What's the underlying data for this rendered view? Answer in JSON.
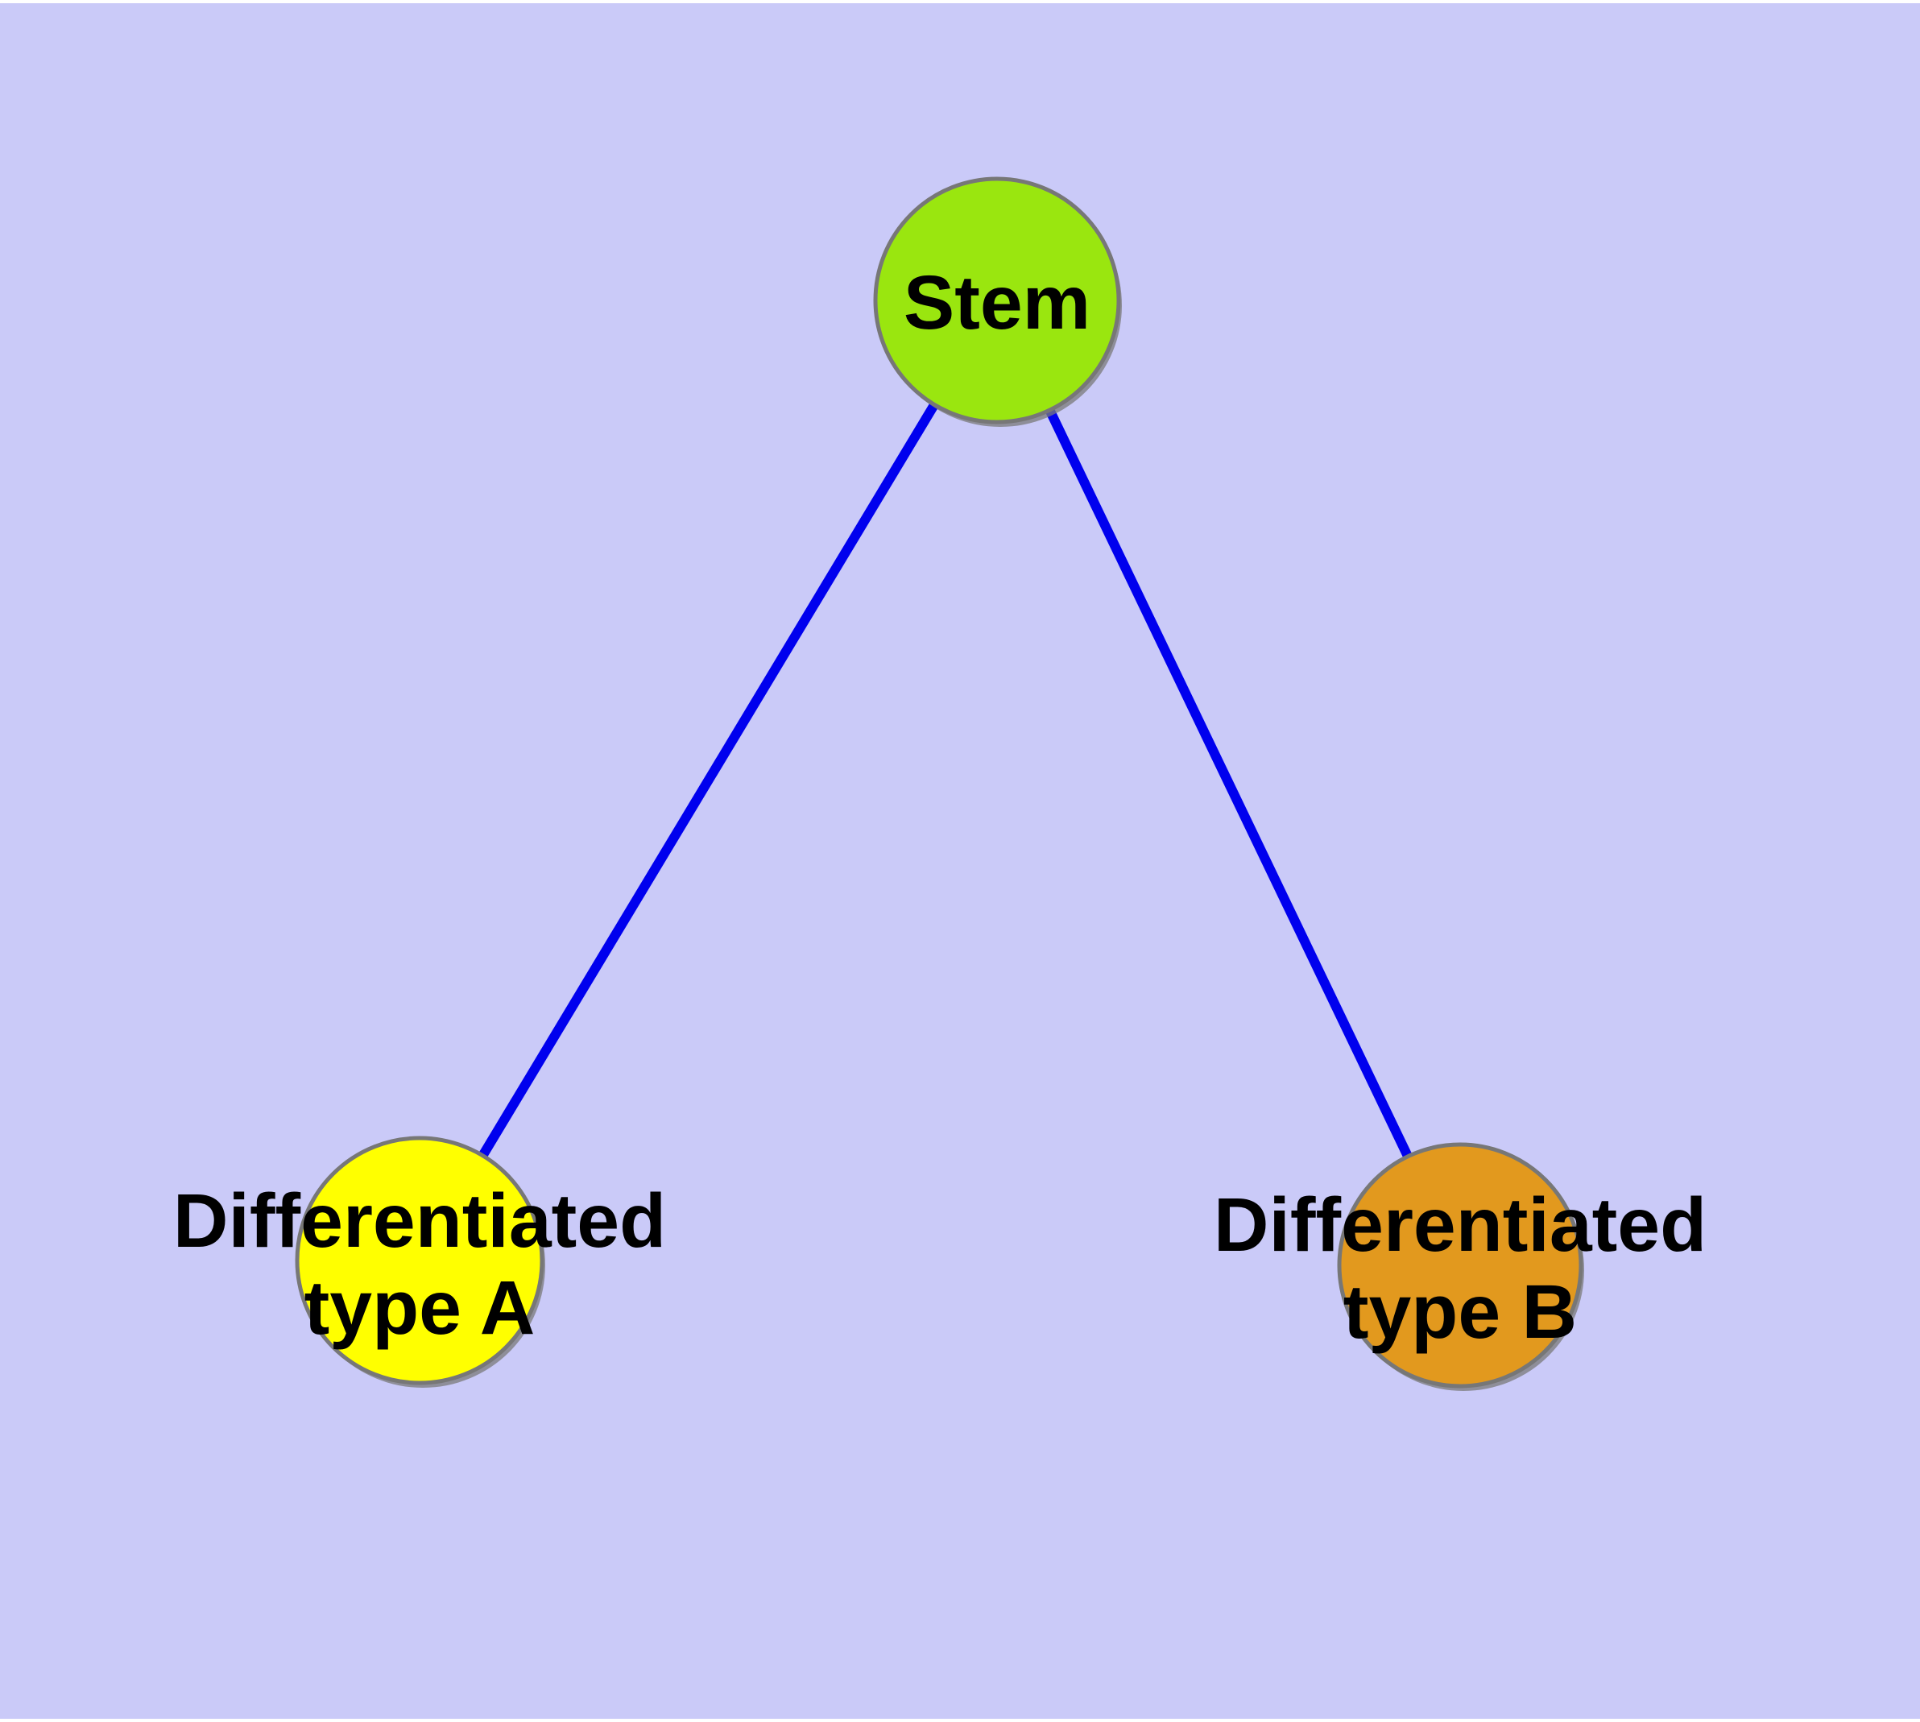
{
  "diagram": {
    "type": "graph",
    "background_color": "#CACAF8",
    "edge_color": "#0000EE",
    "node_border_color": "#777777",
    "node_shadow_color": "#7A7A7A",
    "label_color": "#000000",
    "nodes": [
      {
        "id": "stem",
        "label": "Stem",
        "fill_color": "#9AE60F"
      },
      {
        "id": "differentiated-type-a",
        "label": "Differentiated type A",
        "label_line1": "Differentiated",
        "label_line2": "type A",
        "fill_color": "#FFFF00"
      },
      {
        "id": "differentiated-type-b",
        "label": "Differentiated type B",
        "label_line1": "Differentiated",
        "label_line2": "type B",
        "fill_color": "#E2991E"
      }
    ],
    "edges": [
      {
        "from": "Stem",
        "to": "Differentiated type A"
      },
      {
        "from": "Stem",
        "to": "Differentiated type B"
      }
    ]
  }
}
